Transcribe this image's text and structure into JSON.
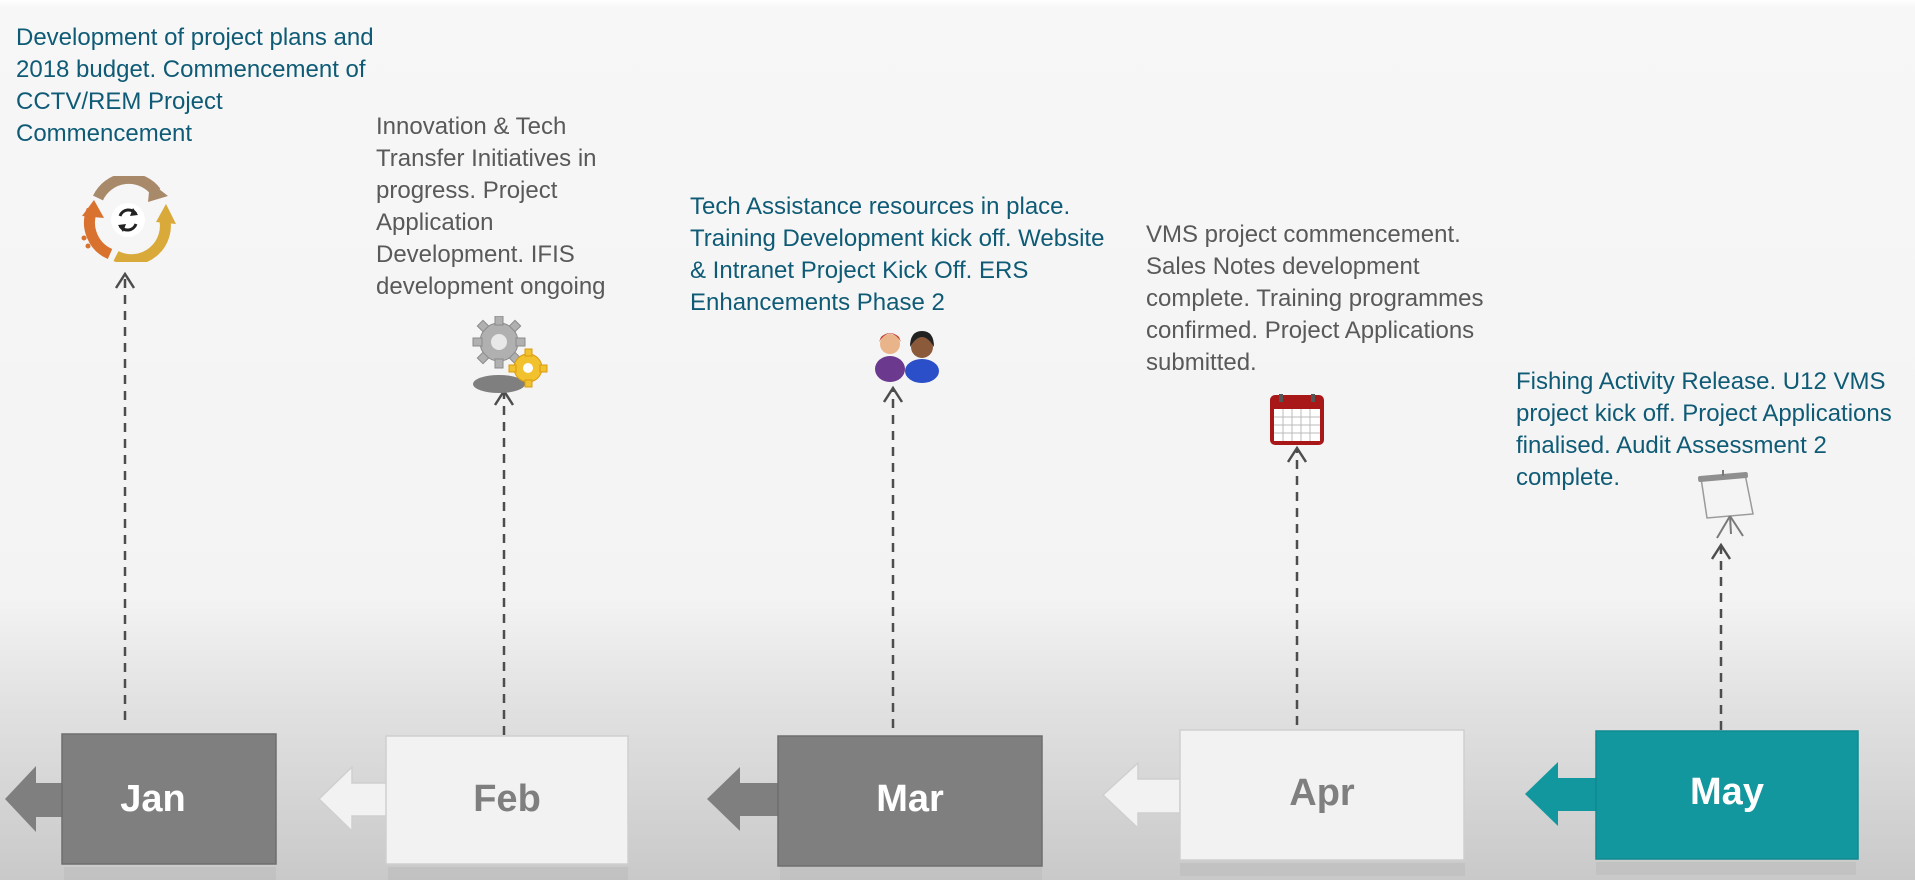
{
  "timeline": {
    "months": [
      {
        "label": "Jan",
        "style": "dark",
        "description": "Development of project plans and 2018 budget.  Commencement of CCTV/REM Project Commencement",
        "text_color": "teal",
        "icon": "refresh-cycle-icon"
      },
      {
        "label": "Feb",
        "style": "light",
        "description": "Innovation & Tech Transfer Initiatives in progress. Project Application Development. IFIS development ongoing",
        "text_color": "grey",
        "icon": "gears-icon"
      },
      {
        "label": "Mar",
        "style": "dark",
        "description": "Tech Assistance resources  in place. Training Development kick off. Website & Intranet Project Kick Off. ERS Enhancements Phase 2",
        "text_color": "teal",
        "icon": "people-icon"
      },
      {
        "label": "Apr",
        "style": "light",
        "description": "VMS project commencement. Sales Notes development complete.  Training programmes confirmed. Project Applications submitted.",
        "text_color": "grey",
        "icon": "calendar-icon"
      },
      {
        "label": "May",
        "style": "teal",
        "description": "Fishing Activity Release. U12 VMS project kick off. Project Applications finalised. Audit Assessment 2 complete.",
        "text_color": "teal",
        "icon": "presentation-screen-icon"
      }
    ]
  },
  "colors": {
    "teal_text": "#0f5b76",
    "grey_text": "#595959",
    "dark_box": "#7f7f7f",
    "light_box": "#f2f2f2",
    "teal_box": "#13979e",
    "connector": "#4d4d4d"
  }
}
